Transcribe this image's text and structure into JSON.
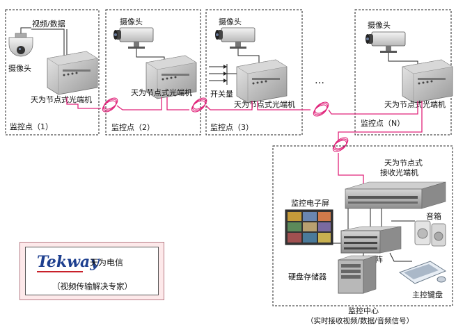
{
  "camera_label": "摄像头",
  "video_data_label": "视频/数据",
  "switch_label": "开关量",
  "transmitter_label": "天为节点式光端机",
  "ellipsis": "…",
  "points": [
    {
      "label": "监控点（1）"
    },
    {
      "label": "监控点（2）"
    },
    {
      "label": "监控点（3）"
    },
    {
      "label": "监控点（N）"
    }
  ],
  "center": {
    "receiver_label_line1": "天为节点式",
    "receiver_label_line2": "接收光端机",
    "screen_label": "监控电子屏",
    "speaker_label": "音箱",
    "matrix_label": "视频矩阵",
    "storage_label": "硬盘存储器",
    "keyboard_label": "主控键盘",
    "title": "监控中心",
    "subtitle": "（实时接收视频/数据/音频信号）"
  },
  "logo": {
    "wordmark": "Tekway",
    "company": "天为电信",
    "tagline": "（视频传输解决专家）"
  },
  "colors": {
    "fiber": "#e0247a",
    "logo_blue": "#1d3f8f",
    "logo_red": "#c8202a",
    "panel_bg": "#fde9ea"
  }
}
